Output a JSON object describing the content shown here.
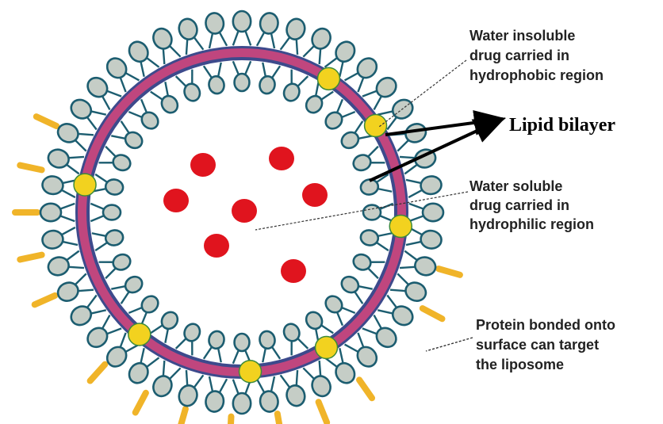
{
  "labels": {
    "water_insoluble": [
      "Water insoluble",
      "drug carried in",
      "hydrophobic region"
    ],
    "lipid_bilayer": "Lipid bilayer",
    "water_soluble": [
      "Water soluble",
      "drug carried in",
      "hydrophilic region"
    ],
    "protein": [
      "Protein bonded onto",
      "surface can target",
      "the liposome"
    ]
  },
  "colors": {
    "head_fill": "#c5cdc6",
    "head_stroke": "#1c5d70",
    "tail": "#1c5d70",
    "bilayer_core": "#c0467e",
    "bilayer_edge": "#3d4a8c",
    "hydrophobic_drug": "#f2d21f",
    "hydrophilic_drug": "#e0141e",
    "protein": "#f0b429",
    "pointer_line": "#333333"
  },
  "icons": {
    "outer_lipid_head": "lipid-head-outer-icon",
    "inner_lipid_head": "lipid-head-inner-icon",
    "hydrophobic_drug": "yellow-drug-particle-icon",
    "hydrophilic_drug": "red-drug-particle-icon",
    "protein": "surface-protein-icon"
  }
}
